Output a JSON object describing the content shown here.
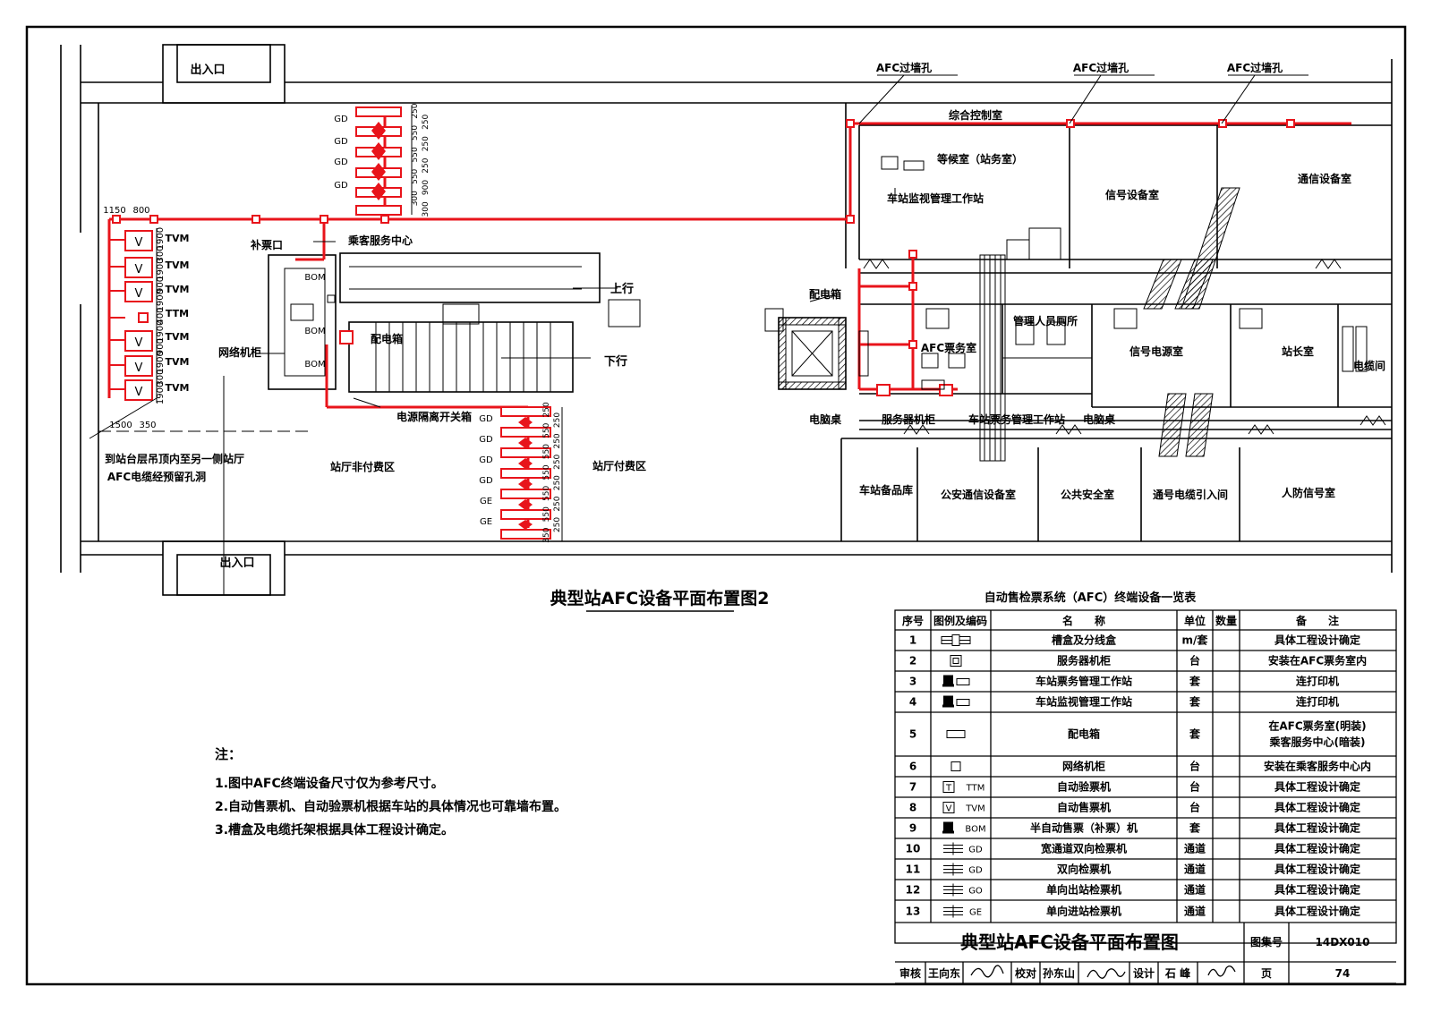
{
  "drawing": {
    "title": "典型站AFC设备平面布置图2",
    "labels": {
      "entrance_top": "出入口",
      "entrance_bottom": "出入口",
      "afc_hole_1": "AFC过墙孔",
      "afc_hole_2": "AFC过墙孔",
      "afc_hole_3": "AFC过墙孔",
      "control_room": "综合控制室",
      "waiting_room": "等候室（站务室）",
      "monitor_ws": "车站监视管理工作站",
      "signal_room": "信号设备室",
      "comm_room": "通信设备室",
      "fare_window": "补票口",
      "service_center": "乘客服务中心",
      "up": "上行",
      "down": "下行",
      "dist_box_1": "配电箱",
      "dist_box_2": "配电箱",
      "net_cabinet": "网络机柜",
      "mgmt_toilet": "管理人员厕所",
      "afc_ticket_room": "AFC票务室",
      "signal_power_room": "信号电源室",
      "station_master": "站长室",
      "cable_shaft": "电缆间",
      "pc_desk_1": "电脑桌",
      "server_cabinet": "服务器机柜",
      "ticket_ws": "车站票务管理工作站",
      "pc_desk_2": "电脑桌",
      "power_switch": "电源隔离开关箱",
      "cable_note_1": "到站台层吊顶内至另一侧站厅",
      "cable_note_2": "AFC电缆经预留孔洞",
      "unpaid_zone": "站厅非付费区",
      "paid_zone": "站厅付费区",
      "spare_store": "车站备品库",
      "police_comm": "公安通信设备室",
      "public_safety": "公共安全室",
      "cable_entry": "通号电缆引入间",
      "civil_defense": "人防信号室",
      "bom_1": "BOM",
      "bom_2": "BOM",
      "bom_3": "BOM"
    },
    "dims": {
      "top_1150": "1150",
      "top_800": "800",
      "bot_1500": "1500",
      "bot_350": "350",
      "left_stack": [
        "1900",
        "300",
        "1900",
        "900",
        "1900",
        "400",
        "1900",
        "900",
        "1900",
        "300",
        "1900"
      ],
      "upper_gate_stack": [
        "250",
        "250",
        "550",
        "250",
        "550",
        "250",
        "550",
        "900",
        "300",
        "300"
      ],
      "lower_gate_stack": [
        "250",
        "250",
        "550",
        "250",
        "550",
        "250",
        "550",
        "250",
        "550",
        "250",
        "550",
        "250",
        "350"
      ]
    },
    "left_machines": [
      "TVM",
      "TVM",
      "TVM",
      "TTM",
      "TVM",
      "TVM",
      "TVM"
    ],
    "upper_gates": [
      "GD",
      "GD",
      "GD",
      "GD"
    ],
    "lower_gates": [
      "GD",
      "GD",
      "GD",
      "GD",
      "GE",
      "GE"
    ]
  },
  "notes": {
    "heading": "注：",
    "items": [
      "1.图中AFC终端设备尺寸仅为参考尺寸。",
      "2.自动售票机、自动验票机根据车站的具体情况也可靠墙布置。",
      "3.槽盒及电缆托架根据具体工程设计确定。"
    ]
  },
  "equipment_table": {
    "caption": "自动售检票系统（AFC）终端设备一览表",
    "headers": [
      "序号",
      "图例及编码",
      "名　　称",
      "单位",
      "数量",
      "备　　注"
    ],
    "rows": [
      {
        "no": "1",
        "code": "",
        "name": "槽盒及分线盒",
        "unit": "m/套",
        "qty": "",
        "note": "具体工程设计确定",
        "icon": "trunk"
      },
      {
        "no": "2",
        "code": "",
        "name": "服务器机柜",
        "unit": "台",
        "qty": "",
        "note": "安装在AFC票务室内",
        "icon": "server"
      },
      {
        "no": "3",
        "code": "",
        "name": "车站票务管理工作站",
        "unit": "套",
        "qty": "",
        "note": "连打印机",
        "icon": "ws"
      },
      {
        "no": "4",
        "code": "",
        "name": "车站监视管理工作站",
        "unit": "套",
        "qty": "",
        "note": "连打印机",
        "icon": "ws"
      },
      {
        "no": "5",
        "code": "",
        "name": "配电箱",
        "unit": "套",
        "qty": "",
        "note": "在AFC票务室(明装)\n乘客服务中心(暗装)",
        "icon": "box"
      },
      {
        "no": "6",
        "code": "",
        "name": "网络机柜",
        "unit": "台",
        "qty": "",
        "note": "安装在乘客服务中心内",
        "icon": "square"
      },
      {
        "no": "7",
        "code": "TTM",
        "name": "自动验票机",
        "unit": "台",
        "qty": "",
        "note": "具体工程设计确定",
        "icon": "ttm"
      },
      {
        "no": "8",
        "code": "TVM",
        "name": "自动售票机",
        "unit": "台",
        "qty": "",
        "note": "具体工程设计确定",
        "icon": "tvm"
      },
      {
        "no": "9",
        "code": "BOM",
        "name": "半自动售票（补票）机",
        "unit": "套",
        "qty": "",
        "note": "具体工程设计确定",
        "icon": "bom"
      },
      {
        "no": "10",
        "code": "GD",
        "name": "宽通道双向检票机",
        "unit": "通道",
        "qty": "",
        "note": "具体工程设计确定",
        "icon": "gate"
      },
      {
        "no": "11",
        "code": "GD",
        "name": "双向检票机",
        "unit": "通道",
        "qty": "",
        "note": "具体工程设计确定",
        "icon": "gate"
      },
      {
        "no": "12",
        "code": "GO",
        "name": "单向出站检票机",
        "unit": "通道",
        "qty": "",
        "note": "具体工程设计确定",
        "icon": "gate"
      },
      {
        "no": "13",
        "code": "GE",
        "name": "单向进站检票机",
        "unit": "通道",
        "qty": "",
        "note": "具体工程设计确定",
        "icon": "gate"
      }
    ]
  },
  "title_block": {
    "title": "典型站AFC设备平面布置图",
    "atlas_label": "图集号",
    "atlas_no": "14DX010",
    "review_label": "审核",
    "reviewer": "王向东",
    "check_label": "校对",
    "checker": "孙东山",
    "design_label": "设计",
    "designer": "石 峰",
    "page_label": "页",
    "page_no": "74"
  },
  "colors": {
    "cable": "#e8141b",
    "line": "#000000"
  }
}
